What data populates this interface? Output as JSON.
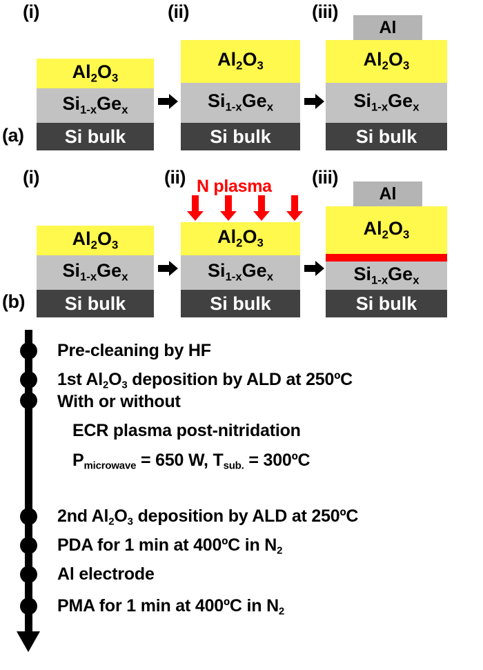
{
  "figure": {
    "rows": [
      {
        "id": "a",
        "label": "(a)",
        "panels": [
          {
            "step": "(i)",
            "layers": [
              {
                "name": "oxide",
                "text": "Al2O3",
                "color": "#fff84d"
              },
              {
                "name": "substrate-sige",
                "text": "Si1-xGex",
                "color": "#c2c2c2"
              },
              {
                "name": "si-bulk",
                "text": "Si bulk",
                "color": "#414141"
              }
            ]
          },
          {
            "step": "(ii)",
            "layers": [
              {
                "name": "oxide",
                "text": "Al2O3",
                "color": "#fff84d"
              },
              {
                "name": "substrate-sige",
                "text": "Si1-xGex",
                "color": "#c2c2c2"
              },
              {
                "name": "si-bulk",
                "text": "Si bulk",
                "color": "#414141"
              }
            ]
          },
          {
            "step": "(iii)",
            "electrode": {
              "text": "Al",
              "color": "#b4b4b4"
            },
            "layers": [
              {
                "name": "oxide",
                "text": "Al2O3",
                "color": "#fff84d"
              },
              {
                "name": "substrate-sige",
                "text": "Si1-xGex",
                "color": "#c2c2c2"
              },
              {
                "name": "si-bulk",
                "text": "Si bulk",
                "color": "#414141"
              }
            ]
          }
        ]
      },
      {
        "id": "b",
        "label": "(b)",
        "panels": [
          {
            "step": "(i)",
            "layers": [
              {
                "name": "oxide",
                "text": "Al2O3",
                "color": "#fff84d"
              },
              {
                "name": "substrate-sige",
                "text": "Si1-xGex",
                "color": "#c2c2c2"
              },
              {
                "name": "si-bulk",
                "text": "Si bulk",
                "color": "#414141"
              }
            ]
          },
          {
            "step": "(ii)",
            "plasma_label": "N plasma",
            "plasma_color": "#ff0000",
            "plasma_arrow_count": 4,
            "layers": [
              {
                "name": "oxide",
                "text": "Al2O3",
                "color": "#fff84d"
              },
              {
                "name": "substrate-sige",
                "text": "Si1-xGex",
                "color": "#c2c2c2"
              },
              {
                "name": "si-bulk",
                "text": "Si bulk",
                "color": "#414141"
              }
            ]
          },
          {
            "step": "(iii)",
            "electrode": {
              "text": "Al",
              "color": "#b4b4b4"
            },
            "nitrided_interface_color": "#ff0000",
            "layers": [
              {
                "name": "oxide",
                "text": "Al2O3",
                "color": "#fff84d"
              },
              {
                "name": "nitrided-interface",
                "text": "",
                "color": "#ff0000"
              },
              {
                "name": "substrate-sige",
                "text": "Si1-xGex",
                "color": "#c2c2c2"
              },
              {
                "name": "si-bulk",
                "text": "Si bulk",
                "color": "#414141"
              }
            ]
          }
        ]
      }
    ],
    "labels": {
      "al2o3_main": "Al",
      "al2o3_sub1": "2",
      "al2o3_mid": "O",
      "al2o3_sub2": "3",
      "sige_main": "Si",
      "sige_sub1": "1-x",
      "sige_mid": "Ge",
      "sige_sub2": "x",
      "si_bulk": "Si bulk",
      "al": "Al"
    }
  },
  "process_flow": {
    "steps": [
      {
        "id": "pre-clean",
        "lines": [
          [
            {
              "t": "Pre-cleaning by HF"
            }
          ]
        ]
      },
      {
        "id": "first-ald",
        "lines": [
          [
            {
              "t": "1st Al"
            },
            {
              "t": "2",
              "sub": true
            },
            {
              "t": "O"
            },
            {
              "t": "3",
              "sub": true
            },
            {
              "t": " deposition by ALD at 250ºC"
            }
          ]
        ]
      },
      {
        "id": "optional-nitridation",
        "lines": [
          [
            {
              "t": "With or without"
            }
          ],
          [
            {
              "t": "ECR plasma post-nitridation",
              "indent": true
            }
          ],
          [
            {
              "t": "P",
              "indent": true
            },
            {
              "t": "microwave",
              "sub": true
            },
            {
              "t": " = 650 W, T"
            },
            {
              "t": "sub.",
              "sub": true
            },
            {
              "t": " = 300ºC"
            }
          ]
        ]
      },
      {
        "id": "second-ald",
        "lines": [
          [
            {
              "t": "2nd Al"
            },
            {
              "t": "2",
              "sub": true
            },
            {
              "t": "O"
            },
            {
              "t": "3",
              "sub": true
            },
            {
              "t": " deposition by ALD at 250ºC"
            }
          ]
        ]
      },
      {
        "id": "pda",
        "lines": [
          [
            {
              "t": "PDA for 1 min at 400ºC in N"
            },
            {
              "t": "2",
              "sub": true
            }
          ]
        ]
      },
      {
        "id": "al-electrode",
        "lines": [
          [
            {
              "t": "Al electrode"
            }
          ]
        ]
      },
      {
        "id": "pma",
        "lines": [
          [
            {
              "t": "PMA for 1 min at 400ºC in N"
            },
            {
              "t": "2",
              "sub": true
            }
          ]
        ]
      }
    ]
  },
  "colors": {
    "oxide_yellow": "#fff84d",
    "sige_gray": "#c2c2c2",
    "si_bulk_dark": "#414141",
    "al_electrode_gray": "#b4b4b4",
    "plasma_red": "#ff0000",
    "line_black": "#000000"
  }
}
